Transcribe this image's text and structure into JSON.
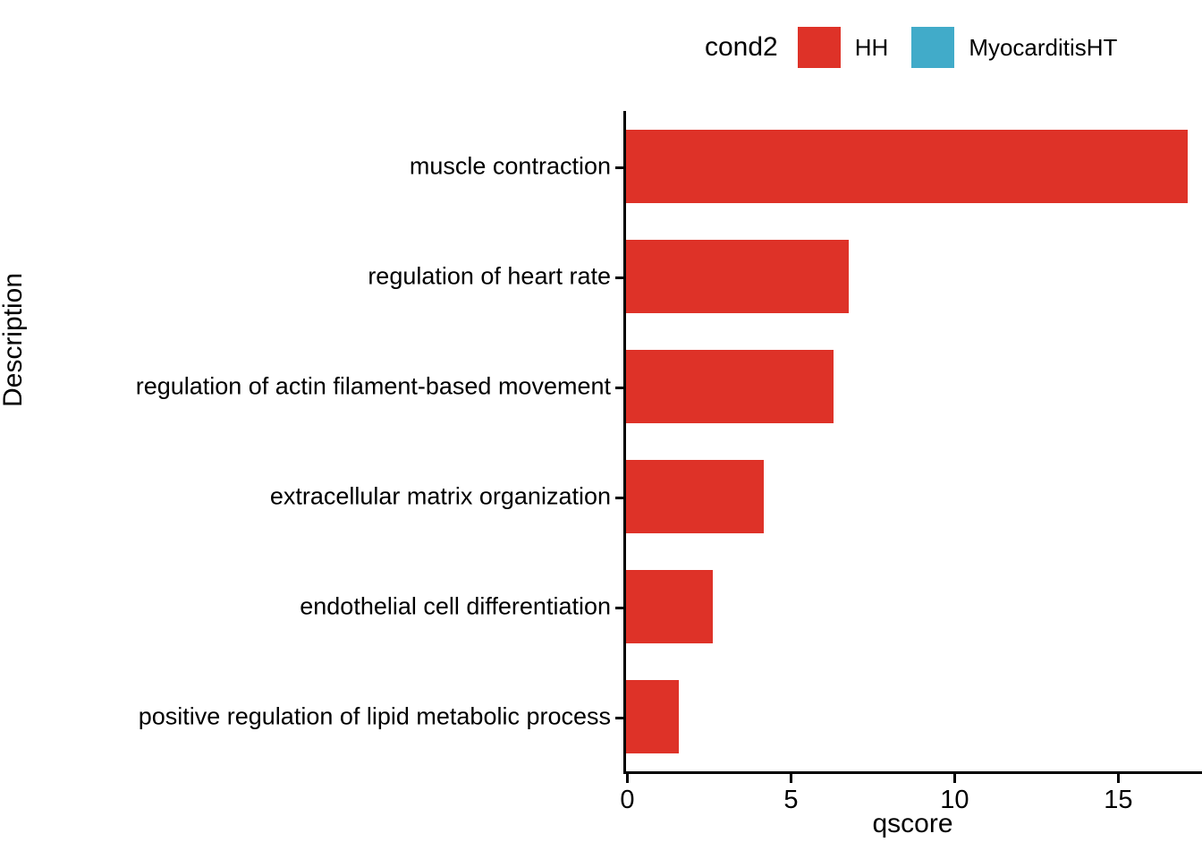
{
  "legend": {
    "title": "cond2",
    "items": [
      {
        "label": "HH",
        "color": "#DE3228"
      },
      {
        "label": "MyocarditisHT",
        "color": "#41ABC9"
      }
    ]
  },
  "axes": {
    "x_title": "qscore",
    "y_title": "Description",
    "x_ticks": [
      "0",
      "5",
      "10",
      "15"
    ]
  },
  "chart_data": {
    "type": "bar",
    "orientation": "horizontal",
    "title": "",
    "xlabel": "qscore",
    "ylabel": "Description",
    "xlim": [
      0,
      17.6
    ],
    "x_ticks": [
      0,
      5,
      10,
      15
    ],
    "grid": false,
    "legend_position": "top",
    "legend_title": "cond2",
    "series": [
      {
        "name": "HH",
        "color": "#DE3228",
        "categories": [
          "muscle contraction",
          "regulation of heart rate",
          "regulation of actin filament-based movement",
          "extracellular matrix organization",
          "endothelial cell differentiation",
          "positive regulation of lipid metabolic process"
        ],
        "values": [
          17.15,
          6.8,
          6.35,
          4.2,
          2.65,
          1.6
        ]
      },
      {
        "name": "MyocarditisHT",
        "color": "#41ABC9",
        "categories": [],
        "values": []
      }
    ],
    "categories": [
      "muscle contraction",
      "regulation of heart rate",
      "regulation of actin filament-based movement",
      "extracellular matrix organization",
      "endothelial cell differentiation",
      "positive regulation of lipid metabolic process"
    ],
    "values": [
      17.15,
      6.8,
      6.35,
      4.2,
      2.65,
      1.6
    ]
  }
}
